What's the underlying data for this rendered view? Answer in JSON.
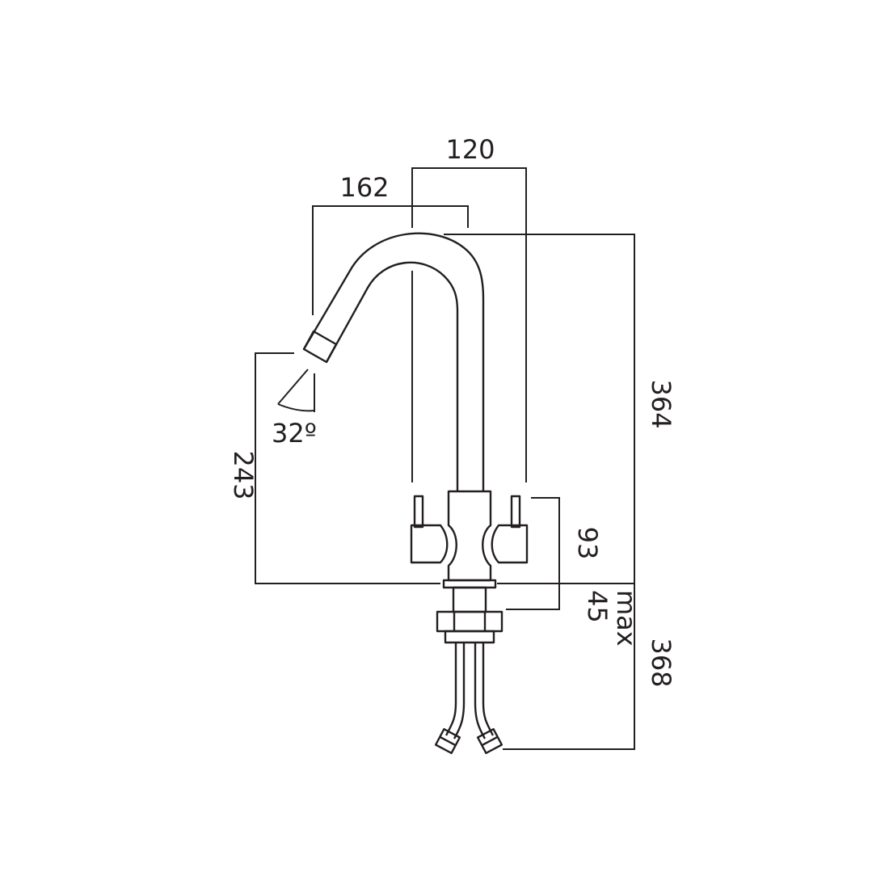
{
  "dimensions": {
    "top_width": "120",
    "spout_reach": "162",
    "spout_angle": "32º",
    "spout_height": "243",
    "overall_height": "364",
    "handle_height": "93",
    "deck_thickness": "max\n45",
    "hose_length": "368"
  },
  "colors": {
    "line": "#231f20",
    "background": "#ffffff"
  }
}
